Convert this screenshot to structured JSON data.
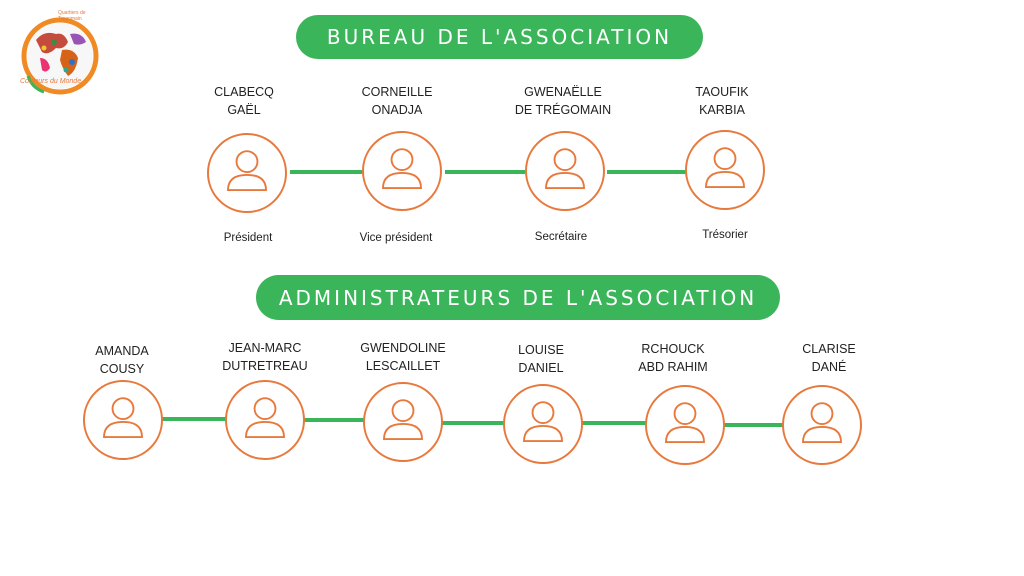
{
  "logo": {
    "caption": "Couleurs du Monde",
    "top_text": "Quartiers de Tregomain"
  },
  "bureau": {
    "title": "BUREAU DE L'ASSOCIATION",
    "members": [
      {
        "line1": "CLABECQ",
        "line2": "GAËL",
        "role": "Président"
      },
      {
        "line1": "CORNEILLE",
        "line2": "ONADJA",
        "role": "Vice président"
      },
      {
        "line1": "GWENAËLLE",
        "line2": "DE TRÉGOMAIN",
        "role": "Secrétaire"
      },
      {
        "line1": "TAOUFIK",
        "line2": "KARBIA",
        "role": "Trésorier"
      }
    ]
  },
  "administrateurs": {
    "title": "ADMINISTRATEURS DE L'ASSOCIATION",
    "members": [
      {
        "line1": "AMANDA",
        "line2": "COUSY"
      },
      {
        "line1": "JEAN-MARC",
        "line2": "DUTRETREAU"
      },
      {
        "line1": "GWENDOLINE",
        "line2": "LESCAILLET"
      },
      {
        "line1": "LOUISE",
        "line2": "DANIEL"
      },
      {
        "line1": "RCHOUCK",
        "line2": "ABD RAHIM"
      },
      {
        "line1": "CLARISE",
        "line2": "DANÉ"
      }
    ]
  },
  "colors": {
    "green": "#3bb55a",
    "orange": "#e8793d"
  },
  "icons": {
    "person": "person-icon",
    "logo": "globe-logo"
  }
}
